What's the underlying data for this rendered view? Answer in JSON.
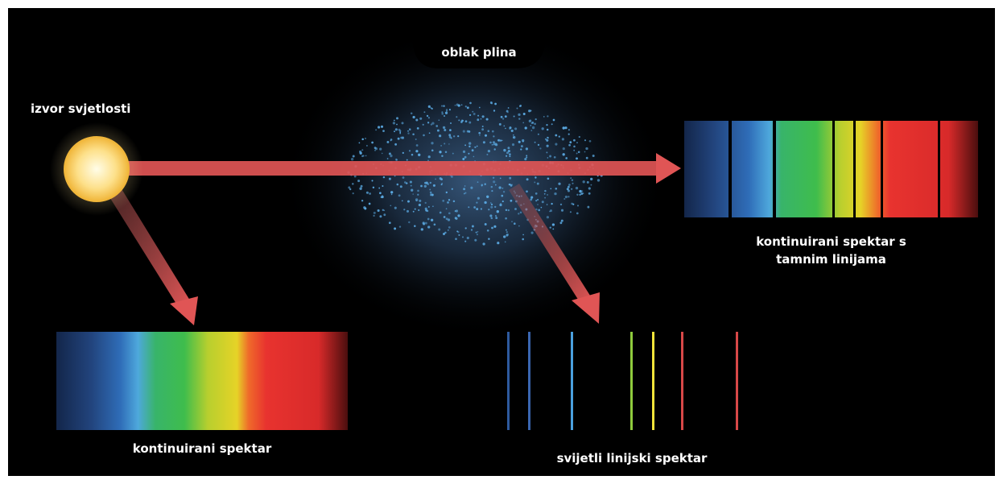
{
  "labels": {
    "light_source": "izvor svjetlosti",
    "gas_cloud": "oblak plina",
    "continuous_spectrum": "kontinuirani spektar",
    "emission_spectrum": "svijetli linijski spektar",
    "absorption_spectrum_line1": "kontinuirani spektar s",
    "absorption_spectrum_line2": "tamnim linijama"
  },
  "colors": {
    "background": "#000000",
    "border": "#ffffff",
    "arrow": "#e05555",
    "sun_core": "#fff6c8",
    "sun_edge": "#f5c542",
    "particles": "#5aa8e0"
  },
  "emission_lines": [
    {
      "color": "#2e5a9e"
    },
    {
      "color": "#3a66b0"
    },
    {
      "color": "#4aa0de"
    },
    {
      "color": "#8ecb3c"
    },
    {
      "color": "#f3e43a"
    },
    {
      "color": "#d84848"
    },
    {
      "color": "#d84848"
    }
  ]
}
